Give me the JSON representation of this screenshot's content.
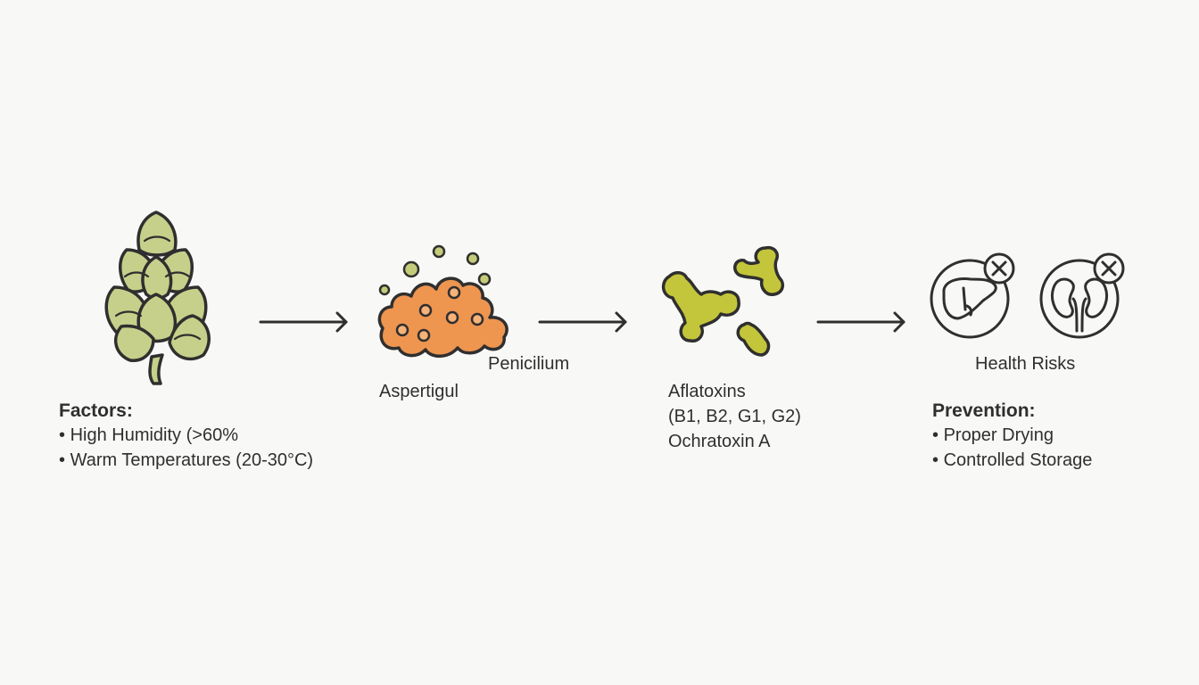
{
  "colors": {
    "background": "#f8f8f6",
    "outline": "#2f2f2f",
    "plant_fill": "#c7d08a",
    "mold_fill": "#ee9550",
    "mold_spore": "#c4cc7a",
    "toxin_fill": "#c3c53b"
  },
  "stages": {
    "factors": {
      "icon": "hop-cone-icon",
      "heading": "Factors:",
      "items": [
        "High Humidity (>60%",
        "Warm Temperatures (20-30°C)"
      ]
    },
    "fungi": {
      "icon": "mold-colony-icon",
      "label_a": "Penicilium",
      "label_b": "Aspertigul"
    },
    "toxins": {
      "icon": "mycotoxin-molecule-icon",
      "lines": [
        "Aflatoxins",
        "(B1, B2, G1, G2)",
        "Ochratoxin A"
      ]
    },
    "health": {
      "icons": [
        "liver-warning-icon",
        "kidney-warning-icon"
      ],
      "label": "Health Risks",
      "heading": "Prevention:",
      "items": [
        "Proper Drying",
        "Controlled Storage"
      ]
    }
  }
}
